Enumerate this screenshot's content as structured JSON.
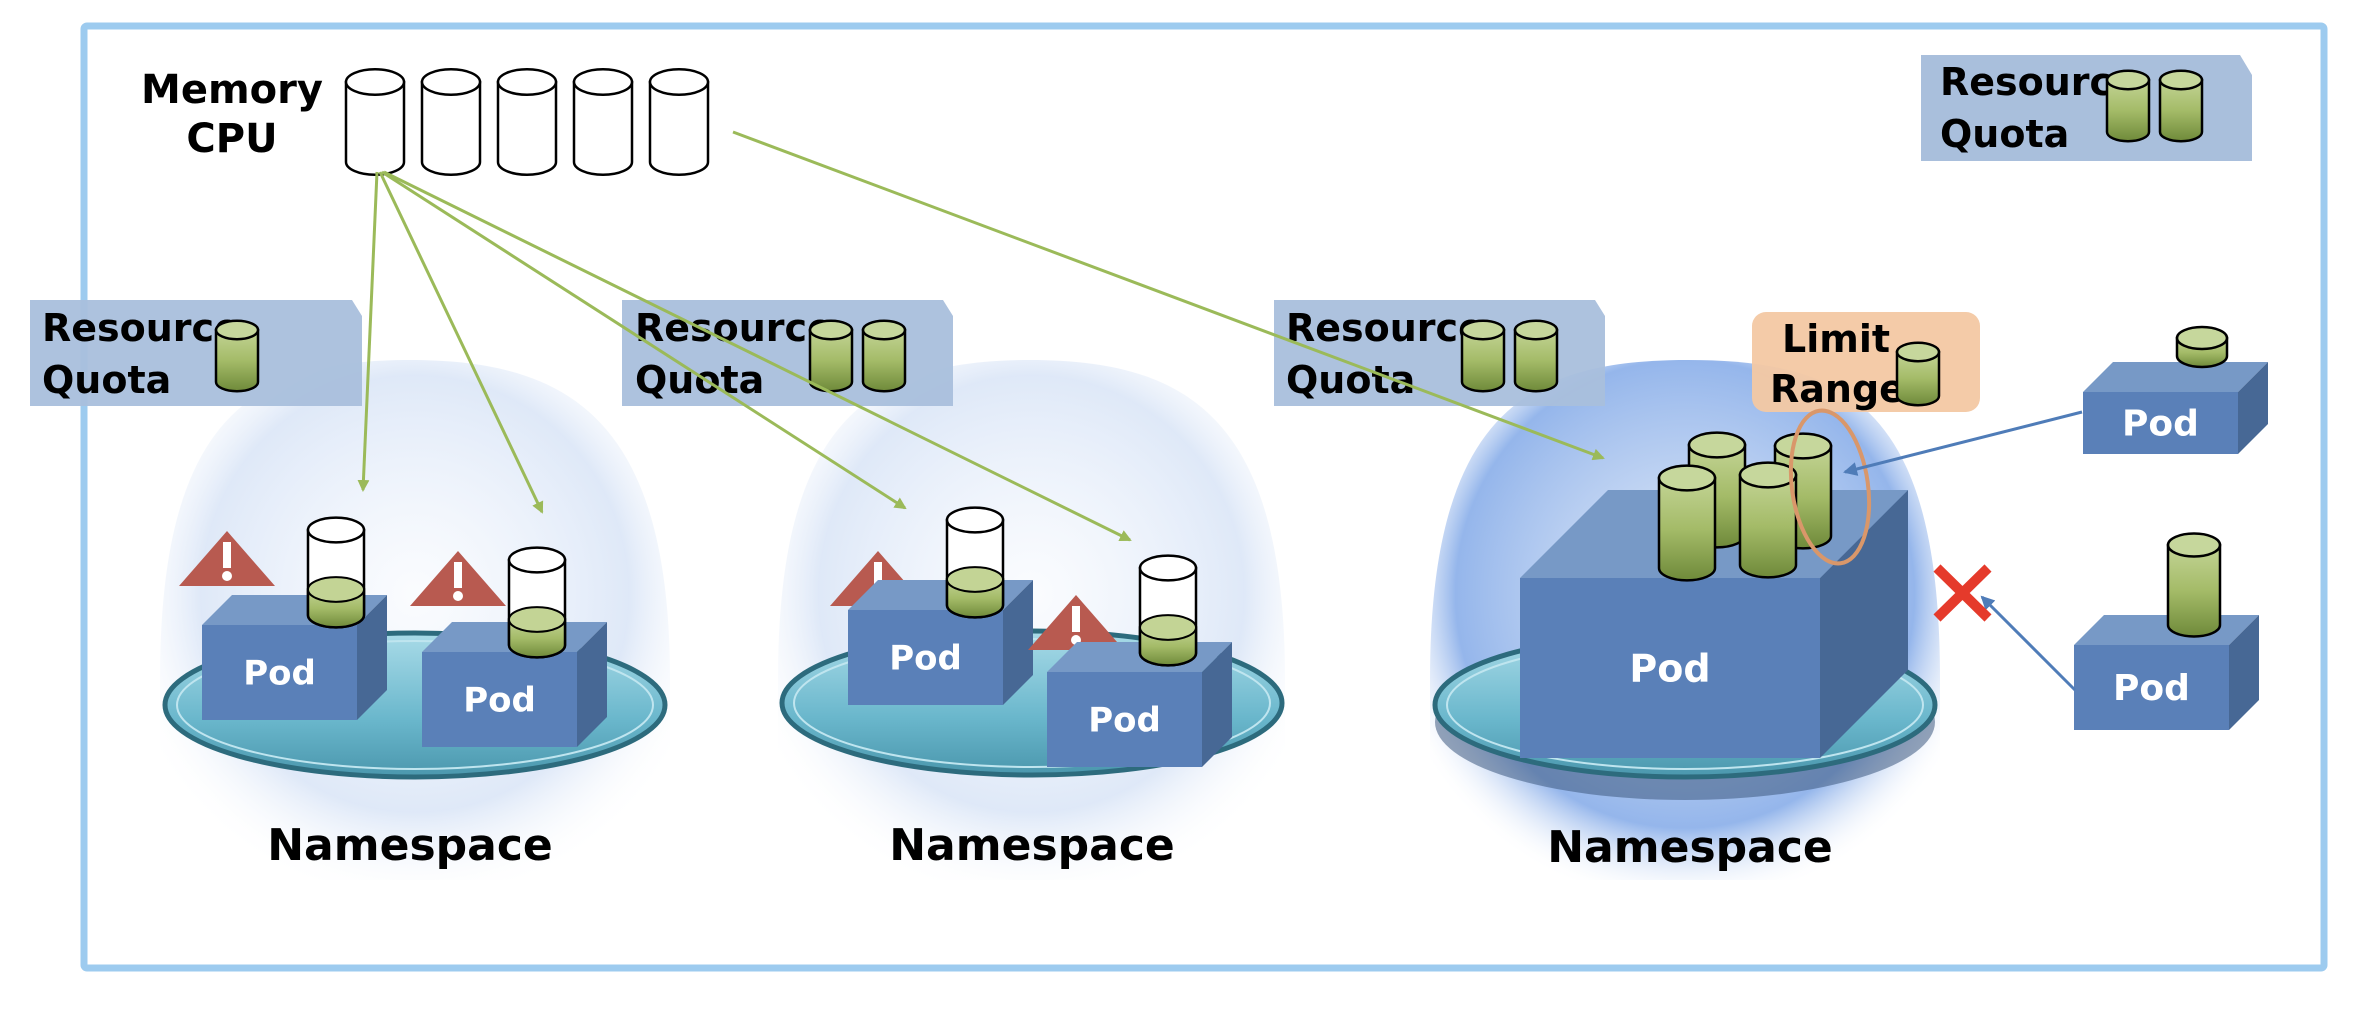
{
  "pool": {
    "label_line1": "Memory",
    "label_line2": "CPU",
    "unit_count": 5
  },
  "namespaces": [
    {
      "label": "Namespace",
      "quota": {
        "line1": "Resource",
        "line2": "Quota",
        "units": 1
      },
      "pods": [
        {
          "label": "Pod",
          "warning": true,
          "usage_fill": 0.3
        },
        {
          "label": "Pod",
          "warning": true,
          "usage_fill": 0.3
        }
      ]
    },
    {
      "label": "Namespace",
      "quota": {
        "line1": "Resource",
        "line2": "Quota",
        "units": 2
      },
      "pods": [
        {
          "label": "Pod",
          "warning": true,
          "usage_fill": 0.3
        },
        {
          "label": "Pod",
          "warning": true,
          "usage_fill": 0.3
        }
      ]
    },
    {
      "label": "Namespace",
      "quota": {
        "line1": "Resource",
        "line2": "Quota",
        "units": 2
      },
      "limit_range": {
        "line1": "Limit",
        "line2": "Range",
        "units": 1
      },
      "pods": [
        {
          "label": "Pod",
          "containers": 4
        }
      ]
    }
  ],
  "legend_quota": {
    "line1": "Resource",
    "line2": "Quota",
    "units": 2
  },
  "incoming_pods": [
    {
      "label": "Pod",
      "request": "small",
      "admitted": true
    },
    {
      "label": "Pod",
      "request": "large",
      "admitted": false
    }
  ],
  "colors": {
    "frame": "#9dcbef",
    "quota_box": "#a9bfdc",
    "limit_box": "#f3c8a3",
    "pod_front": "#5a80b8",
    "pod_top": "#7799c6",
    "pod_side": "#476895",
    "cylinder_green": "#a4bb68",
    "warning": "#b85a50",
    "arrow_green": "#9bba59",
    "arrow_blue": "#4f7cb8",
    "reject": "#e53a2b",
    "platter": "#6ab7cc",
    "limit_ring": "#d9976a"
  }
}
